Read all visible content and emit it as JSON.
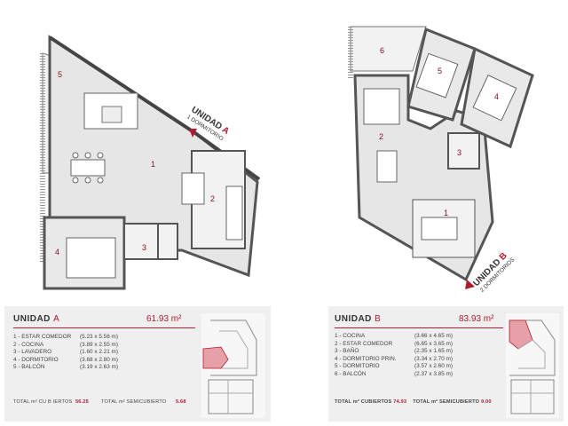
{
  "unit_a": {
    "title_word": "UNIDAD",
    "title_letter": "A",
    "area": "61.93 m²",
    "plan_label_word": "UNIDAD",
    "plan_label_letter": "A",
    "plan_label_sub": "1 DORMITORIO",
    "room_numbers": [
      "5",
      "1",
      "2",
      "3",
      "4"
    ],
    "rooms": [
      {
        "name": "1 - ESTAR  COMEDOR",
        "dim": "(5.23 x 5.56 m)"
      },
      {
        "name": "2 - COCINA",
        "dim": "(3.89 x 2.55 m)"
      },
      {
        "name": "3 - LAVADERO",
        "dim": "(1.60 x 2.21 m)"
      },
      {
        "name": "4 - DORMITORIO",
        "dim": "(3.68 x 2.80 m)"
      },
      {
        "name": "5 - BALCÓN",
        "dim": "(3.19 x 2.63 m)"
      }
    ],
    "footer_covered_label": "TOTAL  m² CU B IERTOS",
    "footer_covered_value": "56.25",
    "footer_semi_label": "TOTAL  m²  SEMICUBIERTO",
    "footer_semi_value": "5.68"
  },
  "unit_b": {
    "title_word": "UNIDAD",
    "title_letter": "B",
    "area": "83.93 m²",
    "plan_label_word": "UNIDAD",
    "plan_label_letter": "B",
    "plan_label_sub": "2 DORMITORIOS",
    "room_numbers": [
      "6",
      "5",
      "4",
      "2",
      "3",
      "1"
    ],
    "rooms": [
      {
        "name": "1 - COCINA",
        "dim": "(3.66 x 4.65 m)"
      },
      {
        "name": "2 - ESTAR COMEDOR",
        "dim": "(6.65 x 3.65 m)"
      },
      {
        "name": "3 - BAÑO",
        "dim": "(2.35 x 1.65 m)"
      },
      {
        "name": "4 - DORMITORIO PRIN.",
        "dim": "(3.34 x 2.70 m)"
      },
      {
        "name": "5 - DORMITORIO",
        "dim": "(3.57 x 2.60 m)"
      },
      {
        "name": "6 - BALCÓN",
        "dim": "(2.37 x 3.85 m)"
      }
    ],
    "footer_covered_label": "TOTAL m² CUBIERTOS",
    "footer_covered_value": "74.93",
    "footer_semi_label": "TOTAL m² SEMICUBIERTO",
    "footer_semi_value": "9.00"
  },
  "colors": {
    "accent": "#b01a2a",
    "panel_bg": "#efefef",
    "wall": "#555555",
    "floor": "#e6e6e6",
    "highlight": "#e8a0a8"
  }
}
